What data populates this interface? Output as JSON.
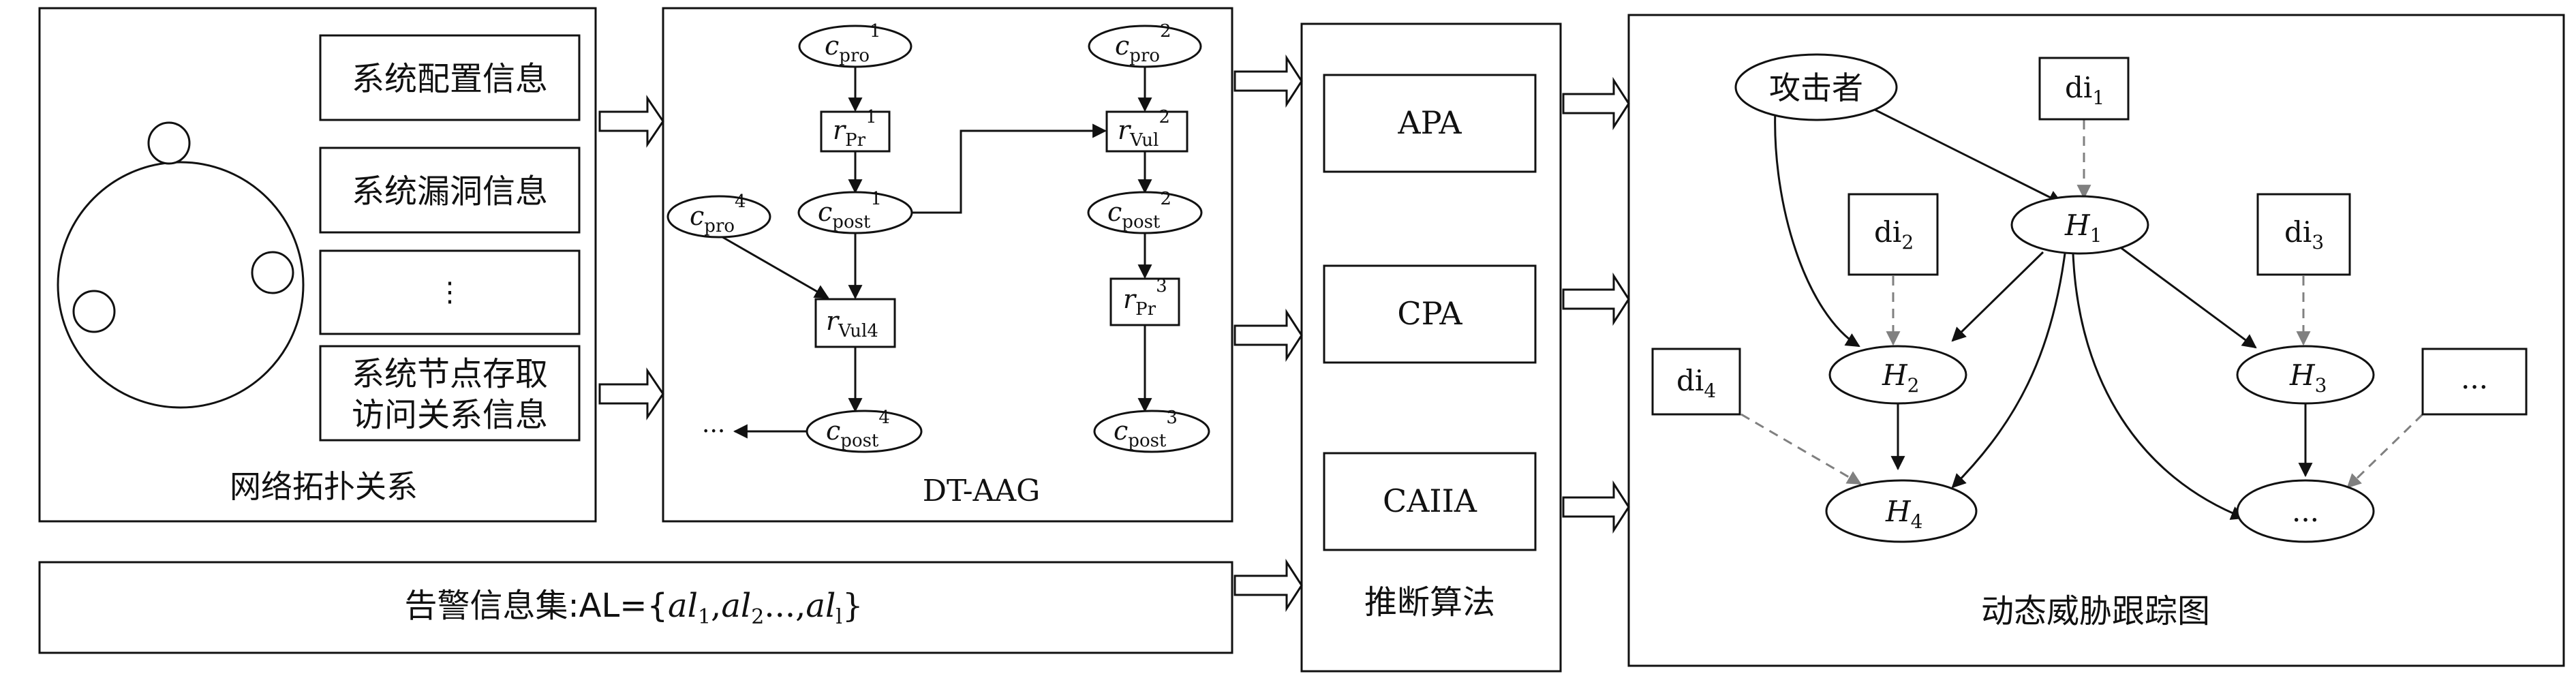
{
  "panel1": {
    "label": "网络拓扑关系",
    "info_boxes": [
      "系统配置信息",
      "系统漏洞信息",
      "⋮"
    ],
    "access_box": [
      "系统节点存取",
      "访问关系信息"
    ]
  },
  "panel2": {
    "label": "DT-AAG",
    "nodes": {
      "c_pro_1": {
        "base": "c",
        "sub": "pro",
        "sup": "1"
      },
      "c_pro_2": {
        "base": "c",
        "sub": "pro",
        "sup": "2"
      },
      "c_pro_4": {
        "base": "c",
        "sub": "pro",
        "sup": "4"
      },
      "r_pr_1": {
        "base": "r",
        "sub": "Pr",
        "sup": "1"
      },
      "r_vul_2": {
        "base": "r",
        "sub": "Vul",
        "sup": "2"
      },
      "c_post_1": {
        "base": "c",
        "sub": "post",
        "sup": "1"
      },
      "c_post_2": {
        "base": "c",
        "sub": "post",
        "sup": "2"
      },
      "r_pr_3": {
        "base": "r",
        "sub": "Pr",
        "sup": "3"
      },
      "r_vul4": {
        "base": "r",
        "sub": "Vul4",
        "sup": ""
      },
      "c_post_3": {
        "base": "c",
        "sub": "post",
        "sup": "3"
      },
      "c_post_4": {
        "base": "c",
        "sub": "post",
        "sup": "4"
      }
    },
    "ellipsis": "···"
  },
  "panel3": {
    "label": "推断算法",
    "algorithms": [
      "APA",
      "CPA",
      "CAIIA"
    ]
  },
  "panel4": {
    "label": "动态威胁跟踪图",
    "attacker": "攻击者",
    "hosts": {
      "H1": {
        "base": "H",
        "sub": "1"
      },
      "H2": {
        "base": "H",
        "sub": "2"
      },
      "H3": {
        "base": "H",
        "sub": "3"
      },
      "H4": {
        "base": "H",
        "sub": "4"
      }
    },
    "di": {
      "di1": {
        "base": "di",
        "sub": "1"
      },
      "di2": {
        "base": "di",
        "sub": "2"
      },
      "di3": {
        "base": "di",
        "sub": "3"
      },
      "di4": {
        "base": "di",
        "sub": "4"
      }
    },
    "ellipsis_node": "...",
    "ellipsis_box": "..."
  },
  "alert_bar": {
    "prefix": "告警信息集:AL={",
    "items": [
      {
        "base": "al",
        "sub": "1"
      },
      {
        "base": "al",
        "sub": "2"
      },
      {
        "base": "al",
        "sub": "l"
      }
    ],
    "sep1": ",",
    "sep2": "...,",
    "suffix": "}"
  },
  "colors": {
    "stroke": "#111111",
    "dashed": "#808080",
    "background": "#ffffff"
  }
}
